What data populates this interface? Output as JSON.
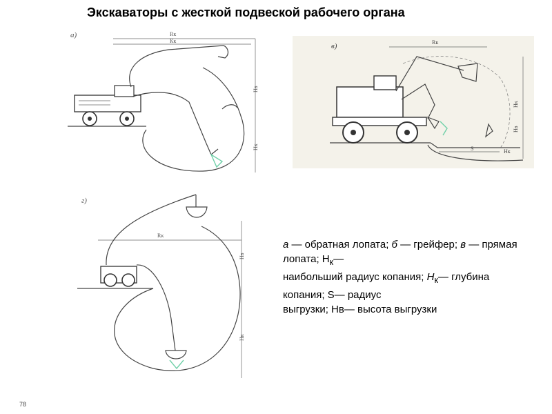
{
  "slide": {
    "title": "Экскаваторы с жесткой подвеской рабочего органа",
    "page_number": "78"
  },
  "figures": {
    "a": {
      "panel_label": "а)",
      "labels": {
        "reach_top": "Rк",
        "reach_sub": "Кк",
        "height": "Нв",
        "depth": "Нк"
      }
    },
    "v": {
      "panel_label": "в)",
      "labels": {
        "reach": "Rк",
        "height_k": "Нк",
        "height_v": "Нв",
        "radius": "S",
        "depth": "Нк"
      }
    },
    "g": {
      "panel_label": "г)",
      "labels": {
        "reach": "Rк",
        "height": "Нв",
        "depth": "Нк"
      }
    }
  },
  "legend": {
    "a_letter": "а",
    "a_text": " — обратная  лопата;  ",
    "b_letter": "б",
    "b_text": " — грейфер;  ",
    "v_letter": "в",
    "v_text": " — прямая  лопата;   Н",
    "v_sub": "к",
    "v_tail": "—",
    "line2_a": "наибольший радиус копания; ",
    "line2_h": "Н",
    "line2_sub": "к",
    "line2_b": "— глубина",
    "line3": "копания; S— радиус",
    "line4": "выгрузки; Нв— высота выгрузки"
  }
}
